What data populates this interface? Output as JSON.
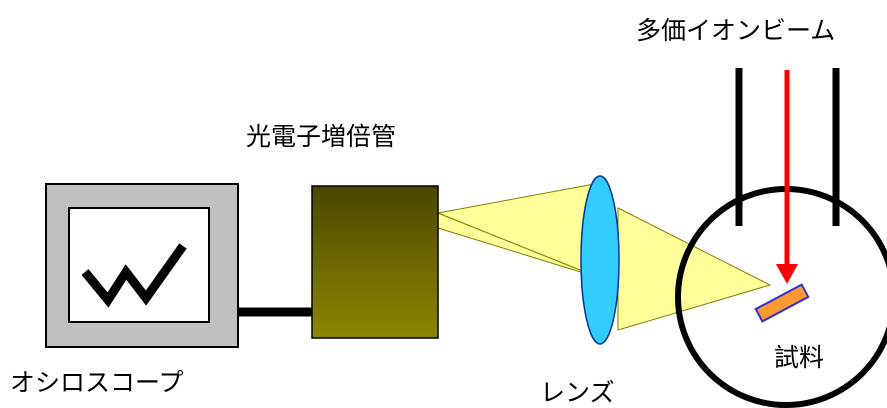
{
  "diagram": {
    "labels": {
      "ion_beam": "多価イオンビーム",
      "photomultiplier": "光電子増倍管",
      "oscilloscope": "オシロスコープ",
      "lens": "レンズ",
      "sample": "試料"
    },
    "colors": {
      "background": "#ffffff",
      "outline": "#000000",
      "oscilloscope_body": "#c0c0c0",
      "photomultiplier_top": "#4b4700",
      "photomultiplier_bottom": "#8c8700",
      "light_cone": "#ffff99",
      "light_cone_stroke": "#808000",
      "lens_fill": "#33ccff",
      "lens_stroke": "#003399",
      "beam_arrow": "#ff0000",
      "sample_fill": "#ff9933",
      "sample_stroke": "#3333cc"
    },
    "icons": {
      "oscilloscope_screen": "waveform-icon",
      "beam_direction": "arrow-down-icon"
    }
  }
}
